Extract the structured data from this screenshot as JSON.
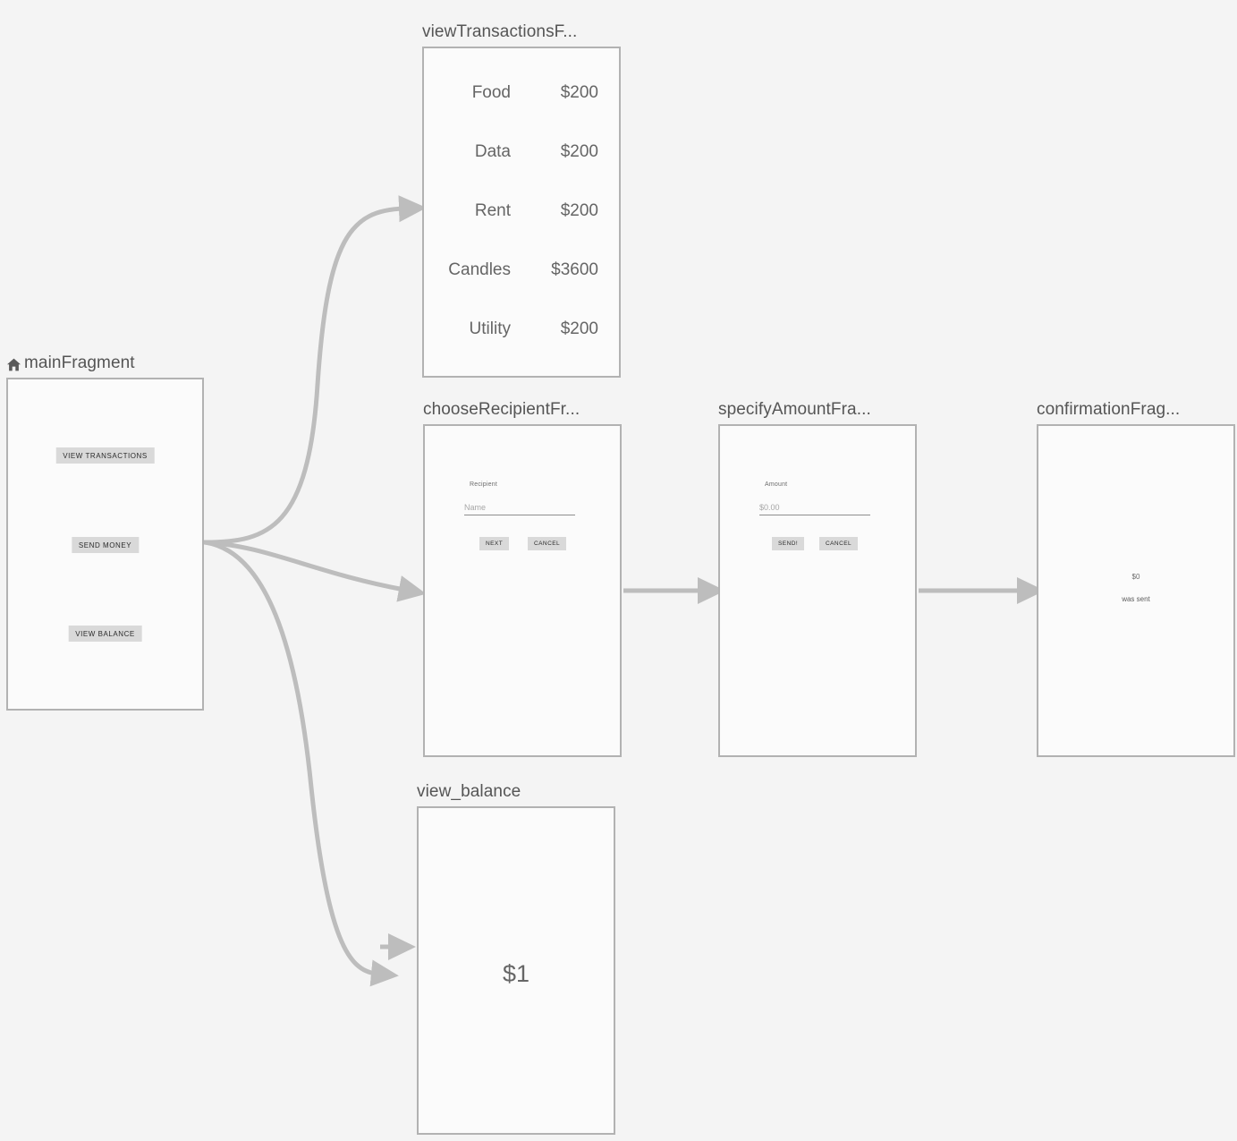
{
  "editor": {
    "kind": "navigation-graph",
    "background_color": "#f4f4f4",
    "node_fill_color": "#fbfbfb",
    "node_border_color": "#b2b2b2",
    "edge_color": "#bdbdbd",
    "title_color": "#555555"
  },
  "nodes": {
    "main": {
      "title": "mainFragment",
      "is_start_destination": true,
      "start_icon": "home-icon",
      "buttons": [
        {
          "label": "VIEW TRANSACTIONS"
        },
        {
          "label": "SEND MONEY"
        },
        {
          "label": "VIEW BALANCE"
        }
      ]
    },
    "view_transactions": {
      "title": "viewTransactionsF...",
      "rows": [
        {
          "label": "Food",
          "amount": "$200"
        },
        {
          "label": "Data",
          "amount": "$200"
        },
        {
          "label": "Rent",
          "amount": "$200"
        },
        {
          "label": "Candles",
          "amount": "$3600"
        },
        {
          "label": "Utility",
          "amount": "$200"
        }
      ]
    },
    "choose_recipient": {
      "title": "chooseRecipientFr...",
      "field_label": "Recipient",
      "field_placeholder": "Name",
      "primary_button": "NEXT",
      "secondary_button": "CANCEL"
    },
    "specify_amount": {
      "title": "specifyAmountFra...",
      "field_label": "Amount",
      "field_placeholder": "$0.00",
      "primary_button": "SEND!",
      "secondary_button": "CANCEL"
    },
    "confirmation": {
      "title": "confirmationFrag...",
      "amount": "$0",
      "message": "was sent"
    },
    "view_balance": {
      "title": "view_balance",
      "amount": "$1"
    }
  },
  "edges": [
    {
      "name": "main-to-view-transactions",
      "from": "main",
      "to": "view_transactions",
      "style": "curved"
    },
    {
      "name": "main-to-choose-recipient",
      "from": "main",
      "to": "choose_recipient",
      "style": "curved"
    },
    {
      "name": "main-to-view-balance",
      "from": "main",
      "to": "view_balance",
      "style": "curved"
    },
    {
      "name": "choose-recipient-to-specify-amount",
      "from": "choose_recipient",
      "to": "specify_amount",
      "style": "straight"
    },
    {
      "name": "specify-amount-to-confirmation",
      "from": "specify_amount",
      "to": "confirmation",
      "style": "straight"
    },
    {
      "name": "incoming-to-view-balance",
      "from": "",
      "to": "view_balance",
      "style": "stub"
    }
  ]
}
